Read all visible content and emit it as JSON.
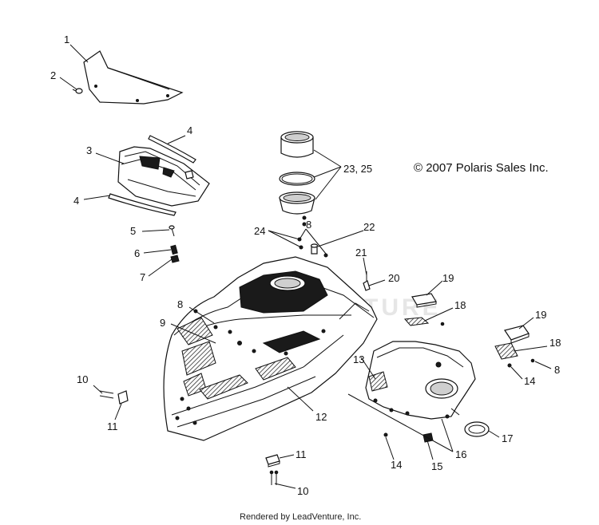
{
  "copyright": "© 2007 Polaris Sales Inc.",
  "footer": "Rendered by LeadVenture, Inc.",
  "watermark": "ADVENTURE",
  "callouts": {
    "c1": "1",
    "c2": "2",
    "c3": "3",
    "c4a": "4",
    "c4b": "4",
    "c5": "5",
    "c6": "6",
    "c7": "7",
    "c8a": "8",
    "c8b": "8",
    "c8c": "8",
    "c9": "9",
    "c10a": "10",
    "c10b": "10",
    "c11a": "11",
    "c11b": "11",
    "c12": "12",
    "c13": "13",
    "c14a": "14",
    "c14b": "14",
    "c15": "15",
    "c16": "16",
    "c17": "17",
    "c18a": "18",
    "c18b": "18",
    "c19a": "19",
    "c19b": "19",
    "c20": "20",
    "c21": "21",
    "c22": "22",
    "c23_25": "23, 25",
    "c24": "24"
  }
}
